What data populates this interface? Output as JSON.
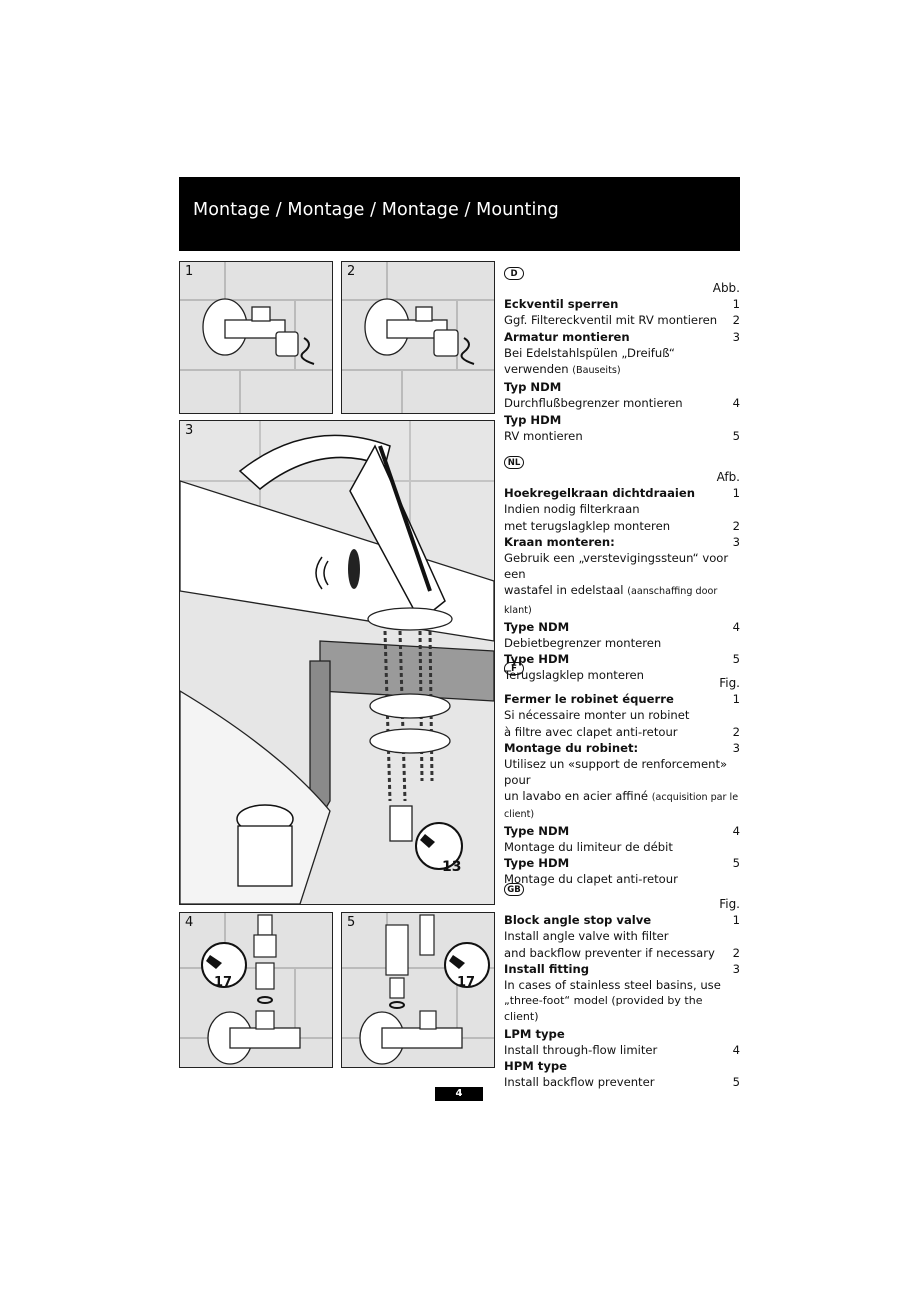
{
  "header": {
    "title": "Montage / Montage / Montage / Mounting"
  },
  "figures": {
    "f1": "1",
    "f2": "2",
    "f3": "3",
    "f4": "4",
    "f5": "5",
    "wrench_13": "13",
    "wrench_17a": "17",
    "wrench_17b": "17"
  },
  "d": {
    "lang": "D",
    "ref": "Abb.",
    "r1": "Eckventil sperren",
    "n1": "1",
    "r2": "Ggf. Filtereckventil mit RV montieren",
    "n2": "2",
    "r3": "Armatur montieren",
    "n3": "3",
    "r4": "Bei Edelstahlspülen „Dreifuß“",
    "r5a": "verwenden ",
    "r5b": "(Bauseits)",
    "r6": "Typ NDM",
    "r7": "Durchflußbegrenzer montieren",
    "n7": "4",
    "r8": "Typ HDM",
    "r9": "RV montieren",
    "n9": "5"
  },
  "nl": {
    "lang": "NL",
    "ref": "Afb.",
    "r1": "Hoekregelkraan dichtdraaien",
    "n1": "1",
    "r2": "Indien nodig filterkraan",
    "r3": "met terugslagklep monteren",
    "n3": "2",
    "r4": "Kraan monteren:",
    "n4": "3",
    "r5": "Gebruik een „verstevigingssteun“ voor een",
    "r6a": "wastafel in edelstaal ",
    "r6b": "(aanschaffing door klant)",
    "r7": "Type NDM",
    "n7": "4",
    "r8": "Debietbegrenzer monteren",
    "r9": "Type HDM",
    "n9": "5",
    "r10": "Terugslagklep monteren"
  },
  "f": {
    "lang": "F",
    "ref": "Fig.",
    "r1": "Fermer le robinet équerre",
    "n1": "1",
    "r2": "Si nécessaire monter un robinet",
    "r3": "à filtre avec clapet anti-retour",
    "n3": "2",
    "r4": "Montage du robinet:",
    "n4": "3",
    "r5": "Utilisez un «support de renforcement» pour",
    "r6a": "un lavabo en acier affiné ",
    "r6b": "(acquisition par le",
    "r7": "client)",
    "r8": "Type NDM",
    "n8": "4",
    "r9": "Montage du limiteur de débit",
    "r10": "Type HDM",
    "n10": "5",
    "r11": "Montage du clapet anti-retour"
  },
  "gb": {
    "lang": "GB",
    "ref": "Fig.",
    "r1": "Block angle stop valve",
    "n1": "1",
    "r2": "Install angle valve with filter",
    "r3": "and backflow preventer if necessary",
    "n3": "2",
    "r4": "Install fitting",
    "n4": "3",
    "r5": "In cases of stainless steel basins, use",
    "r6": "„three-foot“ model (provided by the client)",
    "r7": "LPM type",
    "r8": "Install through-flow limiter",
    "n8": "4",
    "r9": "HPM type",
    "r10": "Install backflow preventer",
    "n10": "5"
  },
  "page": {
    "number": "4"
  }
}
